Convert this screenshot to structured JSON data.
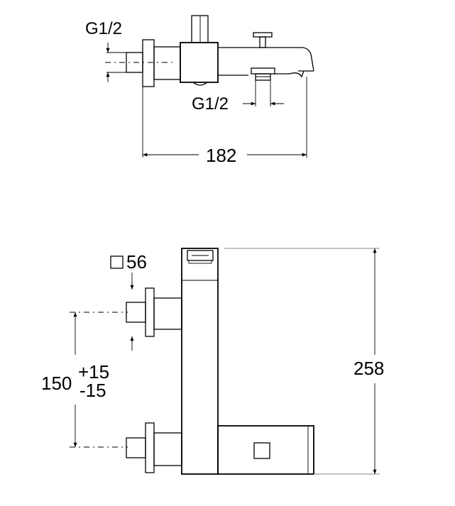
{
  "top_view": {
    "inlet_thread_label": "G1/2",
    "outlet_thread_label": "G1/2",
    "length_dimension": "182"
  },
  "front_view": {
    "body_square_label": "56",
    "total_height_dimension": "258",
    "center_distance_dimension": "150",
    "tolerance_upper": "+15",
    "tolerance_lower": "-15"
  },
  "colors": {
    "line": "#000000",
    "background": "#ffffff"
  }
}
